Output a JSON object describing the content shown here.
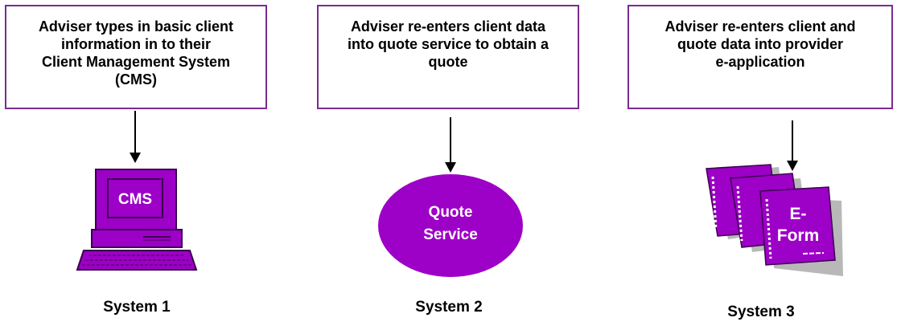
{
  "colors": {
    "purple": "#9d00c6",
    "purple_dark": "#3a0050",
    "border": "#7a2b91",
    "shadow": "#b8b8b8"
  },
  "steps": [
    {
      "text": "Adviser types in basic client\ninformation in to their\nClient Management System\n(CMS)",
      "icon": "computer-icon",
      "icon_label": "CMS",
      "system_label": "System 1"
    },
    {
      "text": "Adviser re-enters client data\ninto quote service to obtain a\nquote",
      "icon": "quote-service-ellipse",
      "icon_label_line1": "Quote",
      "icon_label_line2": "Service",
      "system_label": "System 2"
    },
    {
      "text": "Adviser re-enters client and\nquote data into provider\ne-application",
      "icon": "stacked-forms-icon",
      "icon_label_line1": "E-",
      "icon_label_line2": "Form",
      "system_label": "System 3"
    }
  ]
}
